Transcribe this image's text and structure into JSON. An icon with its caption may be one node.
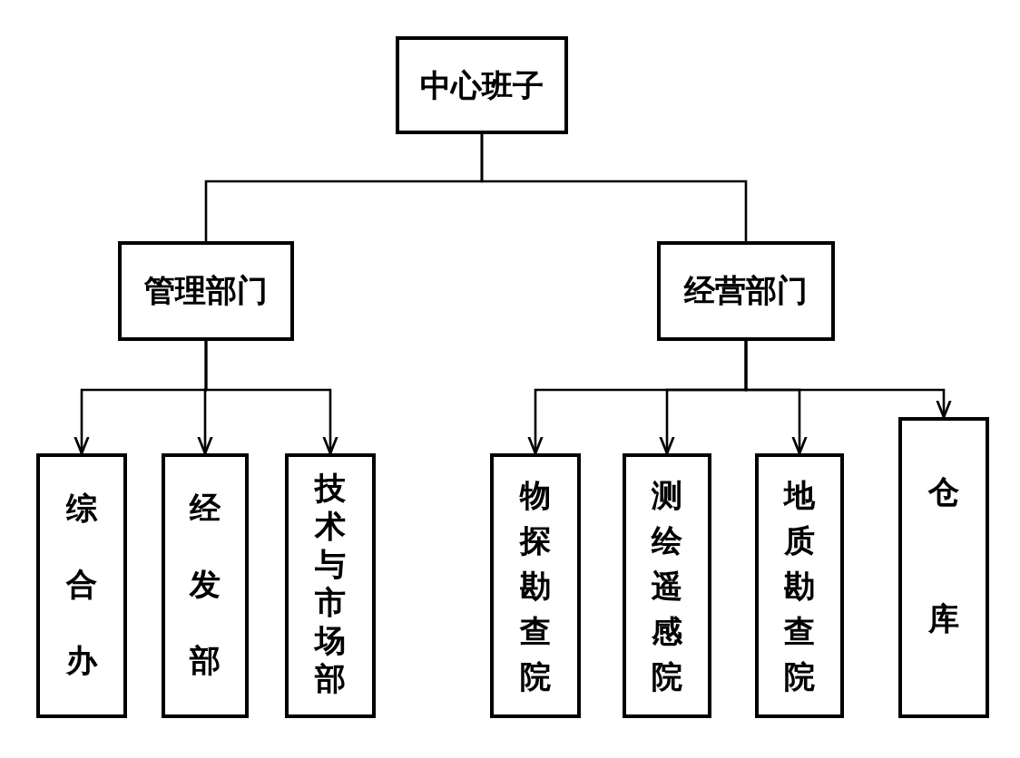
{
  "diagram": {
    "nodes": [
      {
        "text": [
          "中心班子"
        ]
      },
      {
        "text": [
          "管理部门"
        ]
      },
      {
        "text": [
          "经营部门"
        ]
      },
      {
        "text": [
          "综合办"
        ]
      },
      {
        "text": [
          "经发部"
        ]
      },
      {
        "text": [
          "技术与市场部"
        ]
      },
      {
        "text": [
          "物探勘查院"
        ]
      },
      {
        "text": [
          "测绘遥感院"
        ]
      },
      {
        "text": [
          "地质勘查院"
        ]
      },
      {
        "text": [
          "仓库"
        ]
      }
    ],
    "edges": [
      {
        "from": 0,
        "to": 1,
        "arrow": "none"
      },
      {
        "from": 0,
        "to": 2,
        "arrow": "none"
      },
      {
        "from": 1,
        "to": 3,
        "arrow": "to"
      },
      {
        "from": 1,
        "to": 4,
        "arrow": "to"
      },
      {
        "from": 1,
        "to": 5,
        "arrow": "to"
      },
      {
        "from": 2,
        "to": 6,
        "arrow": "to"
      },
      {
        "from": 2,
        "to": 7,
        "arrow": "to"
      },
      {
        "from": 2,
        "to": 8,
        "arrow": "to"
      },
      {
        "from": 2,
        "to": 9,
        "arrow": "to"
      }
    ]
  }
}
